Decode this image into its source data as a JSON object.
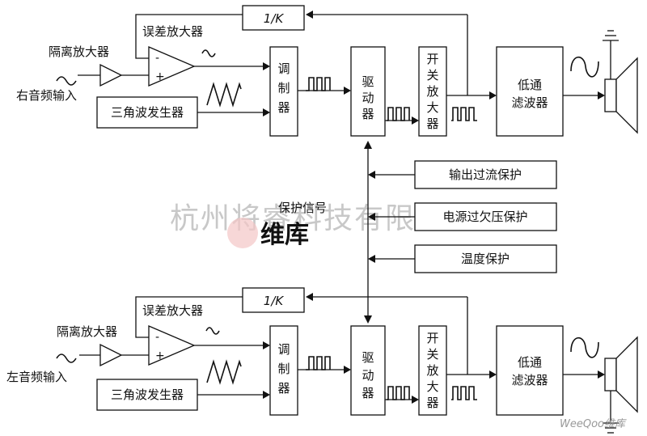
{
  "channels": [
    {
      "id": "right",
      "input_label": "右音频输入",
      "isolation_amp": "隔离放大器",
      "error_amp": "误差放大器",
      "feedback": "1/K",
      "triangle_gen": "三角波发生器",
      "modulator": [
        "调",
        "制",
        "器"
      ],
      "driver": [
        "驱",
        "动",
        "器"
      ],
      "switch_amp": [
        "开",
        "关",
        "放",
        "大",
        "器"
      ],
      "lowpass": [
        "低通",
        "滤波器"
      ]
    },
    {
      "id": "left",
      "input_label": "左音频输入",
      "isolation_amp": "隔离放大器",
      "error_amp": "误差放大器",
      "feedback": "1/K",
      "triangle_gen": "三角波发生器",
      "modulator": [
        "调",
        "制",
        "器"
      ],
      "driver": [
        "驱",
        "动",
        "器"
      ],
      "switch_amp": [
        "开",
        "关",
        "放",
        "大",
        "器"
      ],
      "lowpass": [
        "低通",
        "滤波器"
      ]
    }
  ],
  "protection": {
    "signal_label": "保护信号",
    "items": [
      "输出过流保护",
      "电源过欠压保护",
      "温度保护"
    ]
  },
  "opamp_signs": [
    "-",
    "+"
  ],
  "watermark": {
    "company": "杭州将睿科技有限公司",
    "logo_text": "维库",
    "corner": "WeeQoo维库"
  }
}
